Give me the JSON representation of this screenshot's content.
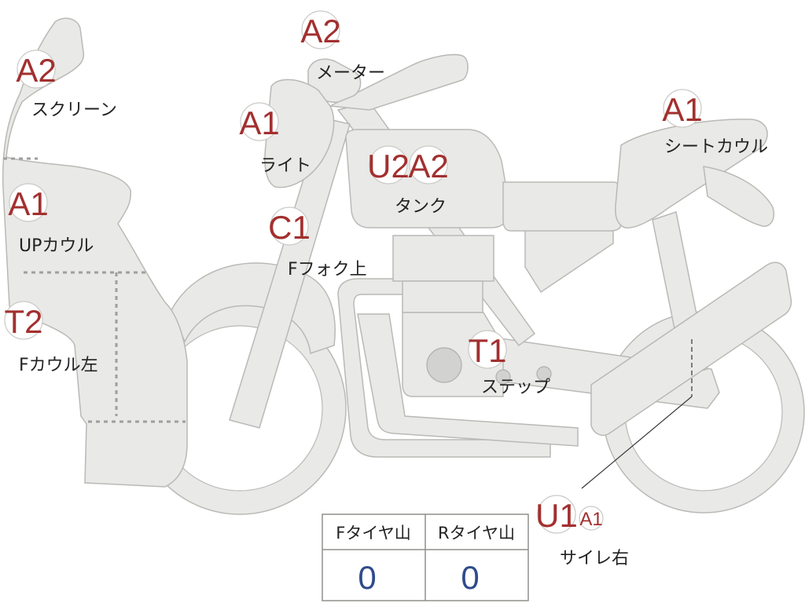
{
  "parts": [
    {
      "id": "screen",
      "code": "A2",
      "label": "スクリーン"
    },
    {
      "id": "up-cowl",
      "code": "A1",
      "label": "UPカウル"
    },
    {
      "id": "f-cowl-left",
      "code": "T2",
      "label": "Fカウル左"
    },
    {
      "id": "meter",
      "code": "A2",
      "label": "メーター"
    },
    {
      "id": "light",
      "code": "A1",
      "label": "ライト"
    },
    {
      "id": "f-fork-upper",
      "code": "C1",
      "label": "Fフォク上"
    },
    {
      "id": "tank",
      "code": "U2",
      "code2": "A2",
      "label": "タンク"
    },
    {
      "id": "seat-cowl",
      "code": "A1",
      "label": "シートカウル"
    },
    {
      "id": "step",
      "code": "T1",
      "label": "ステップ"
    },
    {
      "id": "silencer-right",
      "code": "U1",
      "code2": "A1",
      "label": "サイレ右"
    }
  ],
  "tire_table": {
    "headers": [
      "Fタイヤ山",
      "Rタイヤ山"
    ],
    "values": [
      "0",
      "0"
    ]
  },
  "colors": {
    "code": "#a2302f",
    "value": "#2f4b8c",
    "body": "#e9e9e7",
    "outline": "#b9b9b6"
  }
}
